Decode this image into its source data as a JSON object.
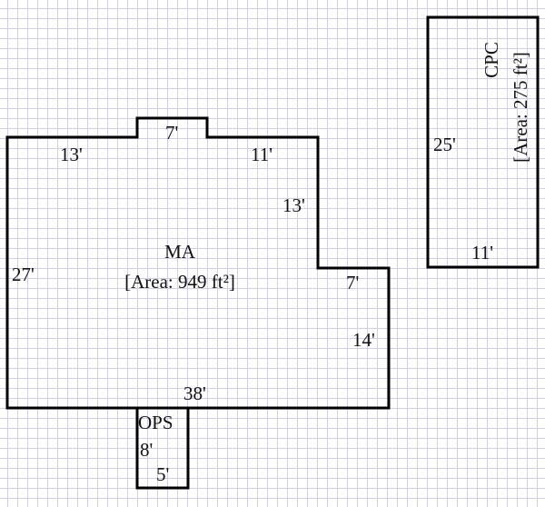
{
  "rooms": {
    "ma": {
      "name": "MA",
      "area": "[Area: 949 ft²]",
      "dims": [
        "13'",
        "7'",
        "11'",
        "13'",
        "7'",
        "14'",
        "38'",
        "27'"
      ]
    },
    "ops": {
      "name": "OPS",
      "dims": [
        "8'",
        "5'"
      ]
    },
    "cpc": {
      "name": "CPC",
      "area": "[Area: 275 ft²]",
      "dims": [
        "25'",
        "11'"
      ]
    }
  }
}
